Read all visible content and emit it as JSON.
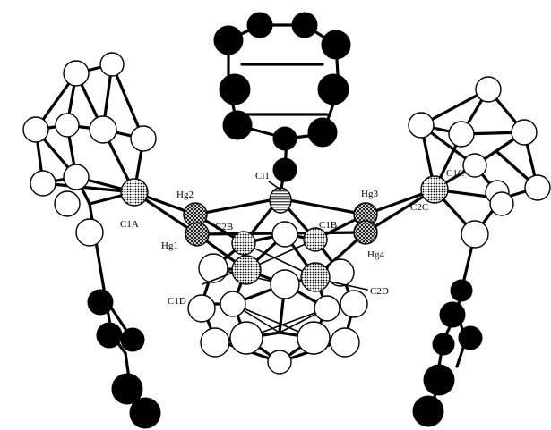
{
  "figure": {
    "labels": {
      "cl1": "Cl1",
      "hg1": "Hg1",
      "hg2": "Hg2",
      "hg3": "Hg3",
      "hg4": "Hg4",
      "c1a": "C1A",
      "c2b": "C2B",
      "c1b": "C1B",
      "c1c": "C1C",
      "c2c": "C2C",
      "c1d": "C1D",
      "c2d": "C2D"
    },
    "colors": {
      "open_atom": "#ffffff",
      "dark_atom": "#000000",
      "bond": "#000000",
      "background": "#ffffff"
    }
  }
}
